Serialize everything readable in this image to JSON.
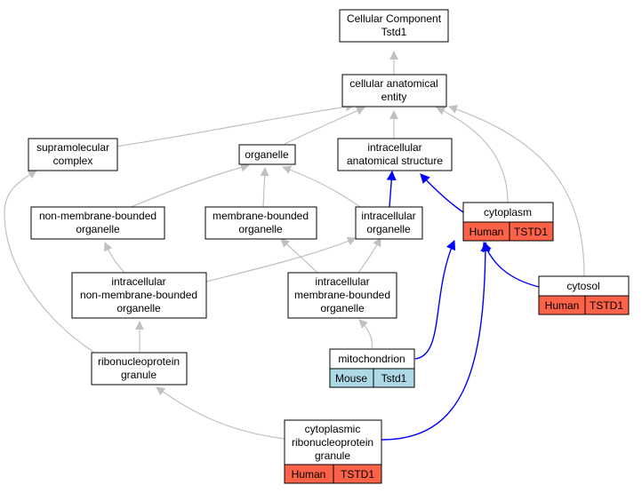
{
  "colors": {
    "human_cell": "#fb6247",
    "mouse_cell": "#add8e6",
    "edge_is_a": "#c0c0c0",
    "edge_part_of": "#0000ff",
    "node_border": "#000000"
  },
  "nodes": {
    "cellular_component": {
      "lines": [
        "Cellular Component",
        "Tstd1"
      ]
    },
    "cellular_anatomical_entity": {
      "lines": [
        "cellular anatomical",
        "entity"
      ]
    },
    "supramolecular_complex": {
      "lines": [
        "supramolecular",
        "complex"
      ]
    },
    "organelle": {
      "lines": [
        "organelle"
      ]
    },
    "intracellular_anatomical_structure": {
      "lines": [
        "intracellular",
        "anatomical structure"
      ]
    },
    "cytoplasm": {
      "lines": [
        "cytoplasm"
      ],
      "cells": [
        "Human",
        "TSTD1"
      ]
    },
    "non_membrane_bounded_organelle": {
      "lines": [
        "non-membrane-bounded",
        "organelle"
      ]
    },
    "membrane_bounded_organelle": {
      "lines": [
        "membrane-bounded",
        "organelle"
      ]
    },
    "intracellular_organelle": {
      "lines": [
        "intracellular",
        "organelle"
      ]
    },
    "cytosol": {
      "lines": [
        "cytosol"
      ],
      "cells": [
        "Human",
        "TSTD1"
      ]
    },
    "intracellular_non_membrane_bounded_organelle": {
      "lines": [
        "intracellular",
        "non-membrane-bounded",
        "organelle"
      ]
    },
    "intracellular_membrane_bounded_organelle": {
      "lines": [
        "intracellular",
        "membrane-bounded",
        "organelle"
      ]
    },
    "ribonucleoprotein_granule": {
      "lines": [
        "ribonucleoprotein",
        "granule"
      ]
    },
    "mitochondrion": {
      "lines": [
        "mitochondrion"
      ],
      "cells": [
        "Mouse",
        "Tstd1"
      ]
    },
    "cytoplasmic_ribonucleoprotein_granule": {
      "lines": [
        "cytoplasmic",
        "ribonucleoprotein",
        "granule"
      ],
      "cells": [
        "Human",
        "TSTD1"
      ]
    }
  }
}
